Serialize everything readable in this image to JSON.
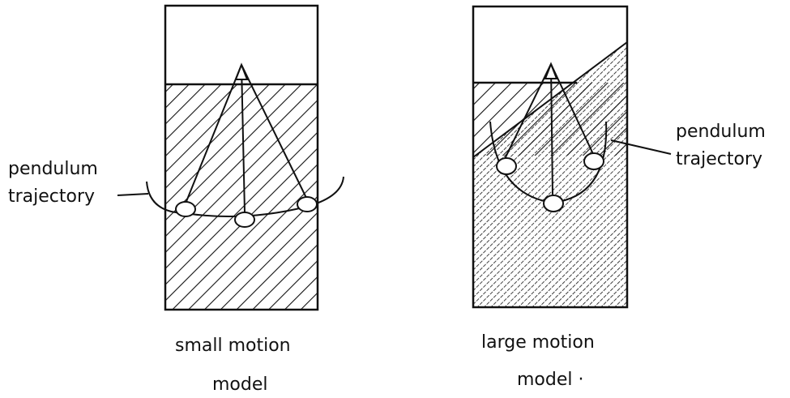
{
  "diagrams": [
    {
      "trajectory_label_line1": "pendulum",
      "trajectory_label_line2": "trajectory",
      "caption_line1": "small motion",
      "caption_line2": "model"
    },
    {
      "trajectory_label_line1": "pendulum",
      "trajectory_label_line2": "trajectory",
      "caption_line1": "large motion",
      "caption_line2": "model ·"
    }
  ],
  "colors": {
    "ink": "#111111",
    "paper": "#ffffff"
  }
}
